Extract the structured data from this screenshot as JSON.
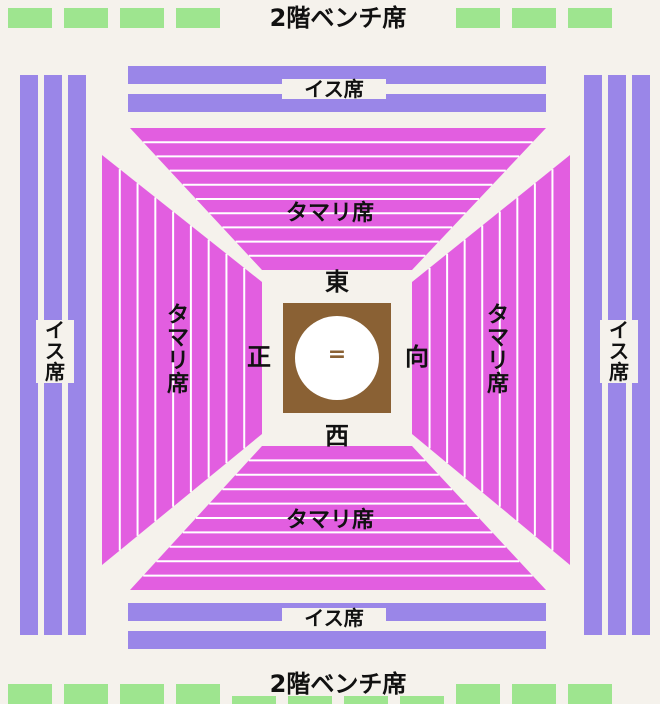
{
  "bench_top": "2階ベンチ席",
  "bench_bottom": "2階ベンチ席",
  "chair_top": "イス席",
  "chair_bottom": "イス席",
  "chair_left": "イス席",
  "chair_right": "イス席",
  "tamari_top": "タマリ席",
  "tamari_bottom": "タマリ席",
  "tamari_left": "タマリ席",
  "tamari_right": "タマリ席",
  "dir_east": "東",
  "dir_west": "西",
  "dir_front": "正",
  "dir_mukou": "向",
  "ring_mark": "=",
  "colors": {
    "bench": "#9ee58f",
    "chair": "#9a86e8",
    "tamari": "#e25ee0",
    "ring": "#8a6134",
    "background": "#f5f2ec"
  }
}
